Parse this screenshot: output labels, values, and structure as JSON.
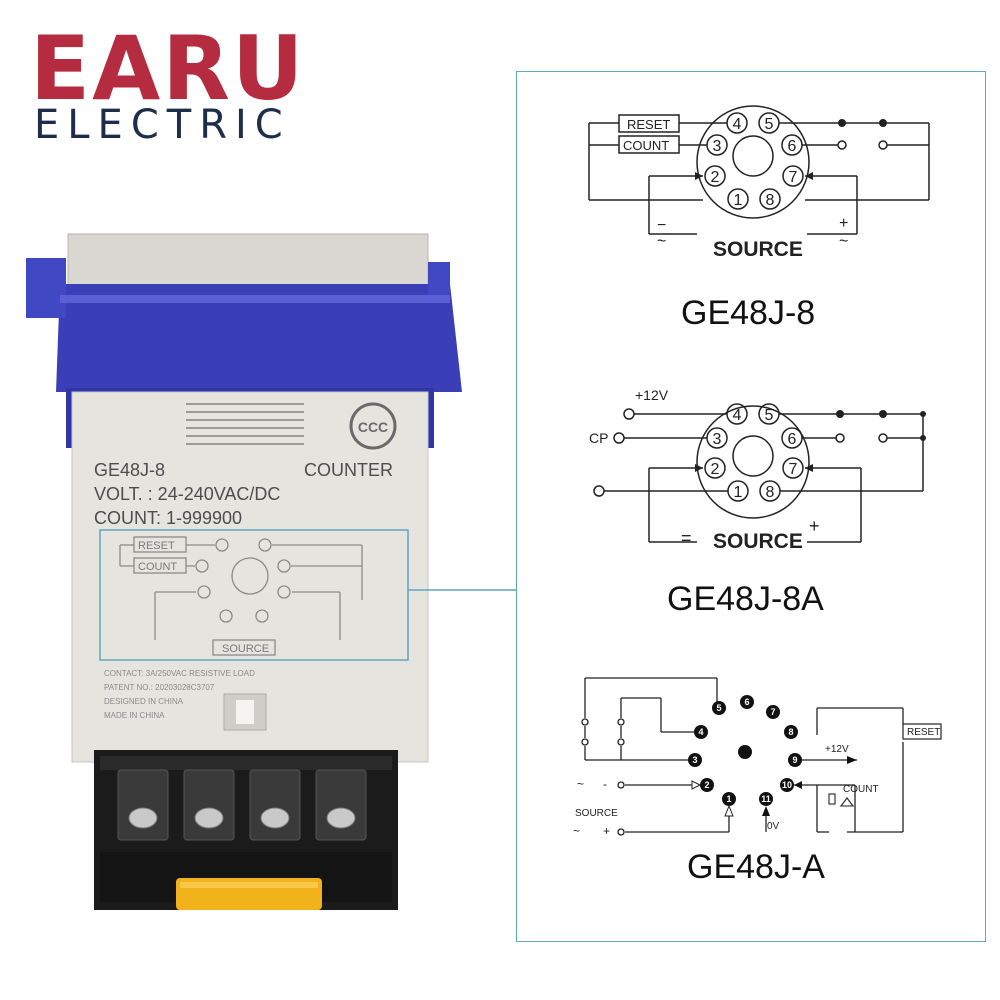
{
  "brand": {
    "name": "EARU",
    "tagline": "ELECTRIC"
  },
  "device": {
    "model": "GE48J-8",
    "type": "COUNTER",
    "volt": "VOLT. : 24-240VAC/DC",
    "count": "COUNT: 1-999900",
    "mark": "CCC",
    "contact": "CONTACT: 3A/250VAC RESISTIVE LOAD",
    "patent": "PATENT NO.: 20203028C3707",
    "designed": "DESIGNED IN CHINA",
    "made": "MADE IN CHINA",
    "label_reset": "RESET",
    "label_count": "COUNT",
    "label_source": "SOURCE"
  },
  "diagrams": [
    {
      "model": "GE48J-8",
      "reset": "RESET",
      "count": "COUNT",
      "source": "SOURCE"
    },
    {
      "model": "GE48J-8A",
      "plus12v": "+12V",
      "cp": "CP",
      "source": "SOURCE"
    },
    {
      "model": "GE48J-A",
      "reset": "RESET",
      "plus12v": "+12V",
      "count": "COUNT",
      "source": "SOURCE",
      "zero_v": "0V"
    }
  ],
  "colors": {
    "brand_red": "#b52b3f",
    "brand_navy": "#1d2d4a",
    "clip_blue": "#3a3fb8",
    "panel_border": "#5fa7bd"
  }
}
